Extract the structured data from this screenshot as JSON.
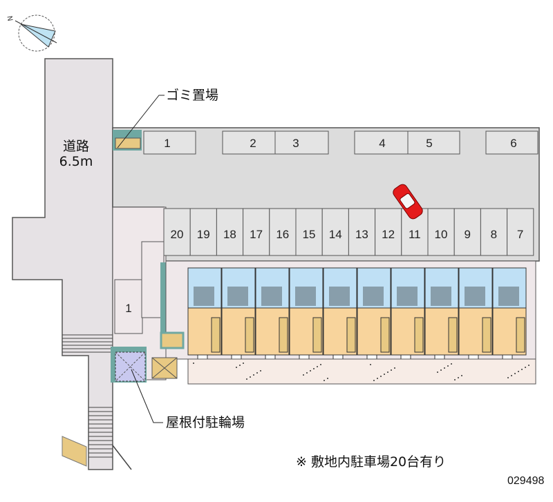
{
  "compass": {
    "north_label": "N"
  },
  "road": {
    "name": "道路",
    "width": "6.5m"
  },
  "labels": {
    "garbage": "ゴミ置場",
    "bicycle": "屋根付駐輪場",
    "note": "※ 敷地内駐車場20台有り",
    "code": "029498"
  },
  "parking": {
    "top_row": [
      "1",
      "2",
      "3",
      "4",
      "5",
      "6"
    ],
    "bottom_row": [
      "20",
      "19",
      "18",
      "17",
      "16",
      "15",
      "14",
      "13",
      "12",
      "11",
      "10",
      "9",
      "8",
      "7"
    ],
    "side_space": "1"
  },
  "building": {
    "units": 10
  },
  "colors": {
    "road": "#e6e2e5",
    "lot": "#dcdcdc",
    "blue": "#bfe0f5",
    "orange": "#f8d49c",
    "teal": "#6fa8a2",
    "lavender": "#c9c9ef",
    "car": "#e41b1b"
  }
}
